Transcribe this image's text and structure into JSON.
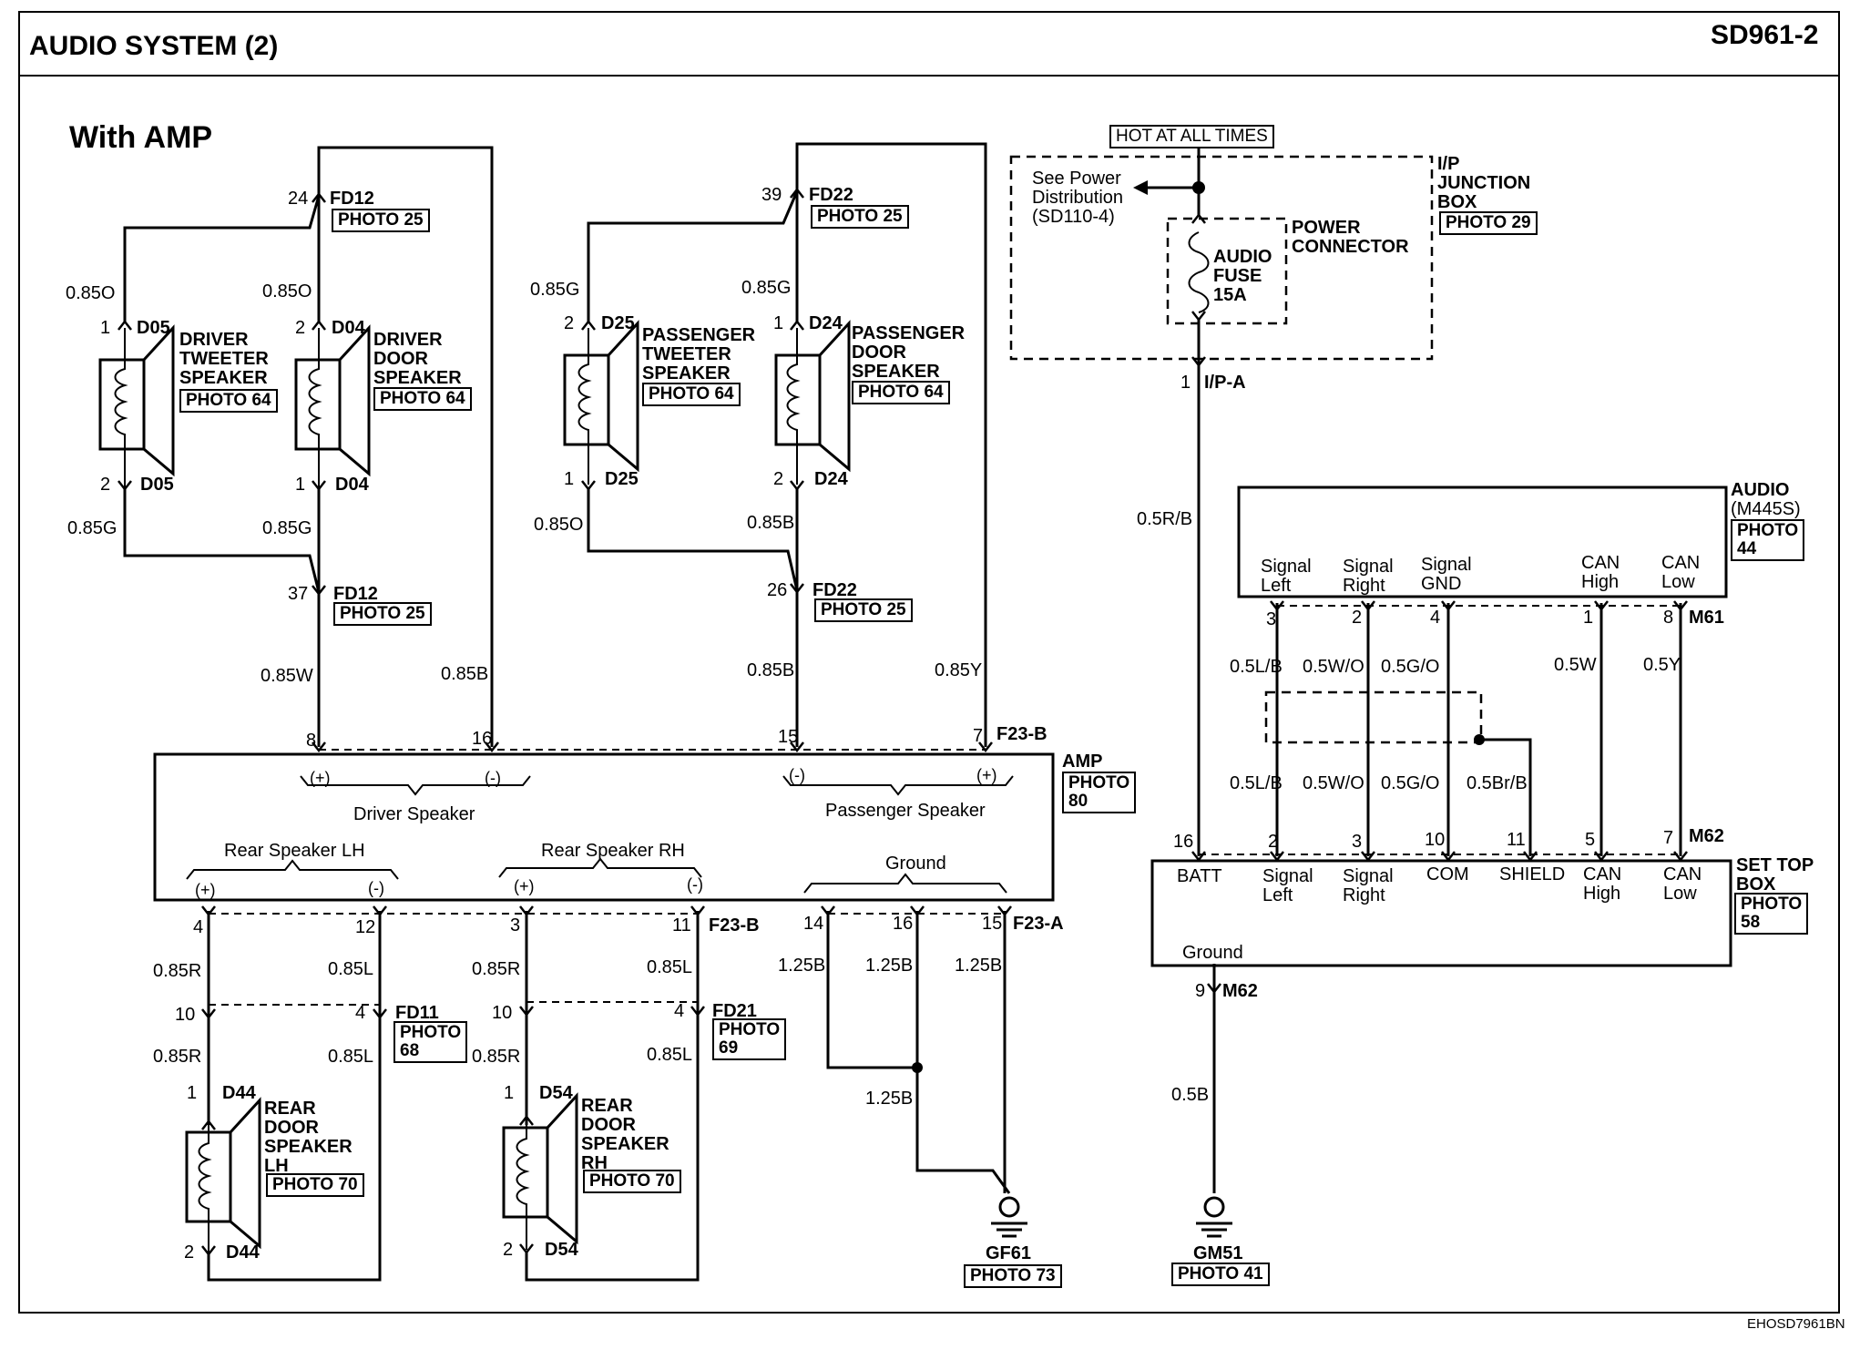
{
  "header": {
    "title": "AUDIO SYSTEM (2)",
    "page_code": "SD961-2"
  },
  "section_title": "With AMP",
  "footer_code": "EHOSD7961BN",
  "hot_label": "HOT AT ALL TIMES",
  "see_power": [
    "See Power",
    "Distribution",
    "(SD110-4)"
  ],
  "junction_box": {
    "lines": [
      "I/P",
      "JUNCTION",
      "BOX"
    ],
    "photo": "PHOTO 29"
  },
  "power_connector": [
    "POWER",
    "CONNECTOR"
  ],
  "audio_fuse": [
    "AUDIO",
    "FUSE",
    "15A"
  ],
  "ip_connector": {
    "pin": "1",
    "name": "I/P-A"
  },
  "wire_batt": "0.5R/B",
  "speakers": {
    "d05": {
      "lines": [
        "DRIVER",
        "TWEETER",
        "SPEAKER"
      ],
      "photo": "PHOTO 64",
      "pin_top": "1",
      "pin_bottom": "2",
      "conn": "D05"
    },
    "d04": {
      "lines": [
        "DRIVER",
        "DOOR",
        "SPEAKER"
      ],
      "photo": "PHOTO 64",
      "pin_top": "2",
      "pin_bottom": "1",
      "conn": "D04"
    },
    "d25": {
      "lines": [
        "PASSENGER",
        "TWEETER",
        "SPEAKER"
      ],
      "photo": "PHOTO 64",
      "pin_top": "2",
      "pin_bottom": "1",
      "conn": "D25"
    },
    "d24": {
      "lines": [
        "PASSENGER",
        "DOOR",
        "SPEAKER"
      ],
      "photo": "PHOTO 64",
      "pin_top": "1",
      "pin_bottom": "2",
      "conn": "D24"
    },
    "d44": {
      "lines": [
        "REAR",
        "DOOR",
        "SPEAKER",
        "LH"
      ],
      "photo": "PHOTO 70",
      "pin_top": "1",
      "pin_bottom": "2",
      "conn": "D44"
    },
    "d54": {
      "lines": [
        "REAR",
        "DOOR",
        "SPEAKER",
        "RH"
      ],
      "photo": "PHOTO 70",
      "pin_top": "1",
      "pin_bottom": "2",
      "conn": "D54"
    }
  },
  "connectors": {
    "fd12_top": {
      "pin": "24",
      "name": "FD12",
      "photo": "PHOTO 25"
    },
    "fd12_bot": {
      "pin": "37",
      "name": "FD12",
      "photo": "PHOTO 25"
    },
    "fd22_top": {
      "pin": "39",
      "name": "FD22",
      "photo": "PHOTO 25"
    },
    "fd22_bot": {
      "pin": "26",
      "name": "FD22",
      "photo": "PHOTO 25"
    },
    "fd11": {
      "pin_l": "10",
      "pin_r": "4",
      "name": "FD11",
      "photo": [
        "PHOTO",
        "68"
      ]
    },
    "fd21": {
      "pin_l": "10",
      "pin_r": "4",
      "name": "FD21",
      "photo": [
        "PHOTO",
        "69"
      ]
    },
    "f23b_top": {
      "pins": [
        "8",
        "16",
        "15",
        "7"
      ],
      "name": "F23-B"
    },
    "f23b_bot": {
      "pins": [
        "4",
        "12",
        "3",
        "11"
      ],
      "name": "F23-B"
    },
    "f23a": {
      "pins": [
        "14",
        "16",
        "15"
      ],
      "name": "F23-A"
    },
    "m61": {
      "pins": [
        "3",
        "2",
        "4",
        "1",
        "8"
      ],
      "name": "M61"
    },
    "m62_top": {
      "pins": [
        "16",
        "2",
        "3",
        "10",
        "11",
        "5",
        "7"
      ],
      "name": "M62"
    },
    "m62_bot": {
      "pin": "9",
      "name": "M62"
    }
  },
  "wires": {
    "d05_top": "0.85O",
    "d04_top": "0.85O",
    "d05_bot": "0.85G",
    "d04_bot": "0.85G",
    "d25_top": "0.85G",
    "d24_top": "0.85G",
    "d25_bot": "0.85O",
    "d24_bot": "0.85B",
    "amp8": "0.85W",
    "amp16": "0.85B",
    "amp15": "0.85B",
    "amp7": "0.85Y",
    "rl_pos": "0.85R",
    "rl_neg": "0.85L",
    "rl_pos2": "0.85R",
    "rl_neg2": "0.85L",
    "rr_pos": "0.85R",
    "rr_neg": "0.85L",
    "rr_pos2": "0.85R",
    "rr_neg2": "0.85L",
    "gnd1": "1.25B",
    "gnd2": "1.25B",
    "gnd3": "1.25B",
    "gnd4": "1.25B",
    "stb_gnd": "0.5B",
    "m61": [
      "0.5L/B",
      "0.5W/O",
      "0.5G/O",
      "0.5W",
      "0.5Y"
    ],
    "m62": [
      "0.5L/B",
      "0.5W/O",
      "0.5G/O",
      "0.5Br/B"
    ]
  },
  "amp": {
    "name": "AMP",
    "photo": [
      "PHOTO",
      "80"
    ],
    "driver_speaker": "Driver Speaker",
    "passenger_speaker": "Passenger Speaker",
    "rear_lh": "Rear Speaker LH",
    "rear_rh": "Rear Speaker RH",
    "ground": "Ground",
    "plus": "(+)",
    "minus": "(-)"
  },
  "audio_unit": {
    "name": [
      "AUDIO",
      "(M445S)"
    ],
    "photo": [
      "PHOTO",
      "44"
    ],
    "pins": [
      [
        "Signal",
        "Left"
      ],
      [
        "Signal",
        "Right"
      ],
      [
        "Signal",
        "GND"
      ],
      [
        "CAN",
        "High"
      ],
      [
        "CAN",
        "Low"
      ]
    ]
  },
  "set_top_box": {
    "name": [
      "SET TOP",
      "BOX"
    ],
    "photo": [
      "PHOTO",
      "58"
    ],
    "pins": [
      [
        "BATT"
      ],
      [
        "Signal",
        "Left"
      ],
      [
        "Signal",
        "Right"
      ],
      [
        "COM"
      ],
      [
        "SHIELD"
      ],
      [
        "CAN",
        "High"
      ],
      [
        "CAN",
        "Low"
      ]
    ],
    "ground": "Ground"
  },
  "grounds": {
    "gf61": {
      "name": "GF61",
      "photo": "PHOTO 73"
    },
    "gm51": {
      "name": "GM51",
      "photo": "PHOTO 41"
    }
  }
}
